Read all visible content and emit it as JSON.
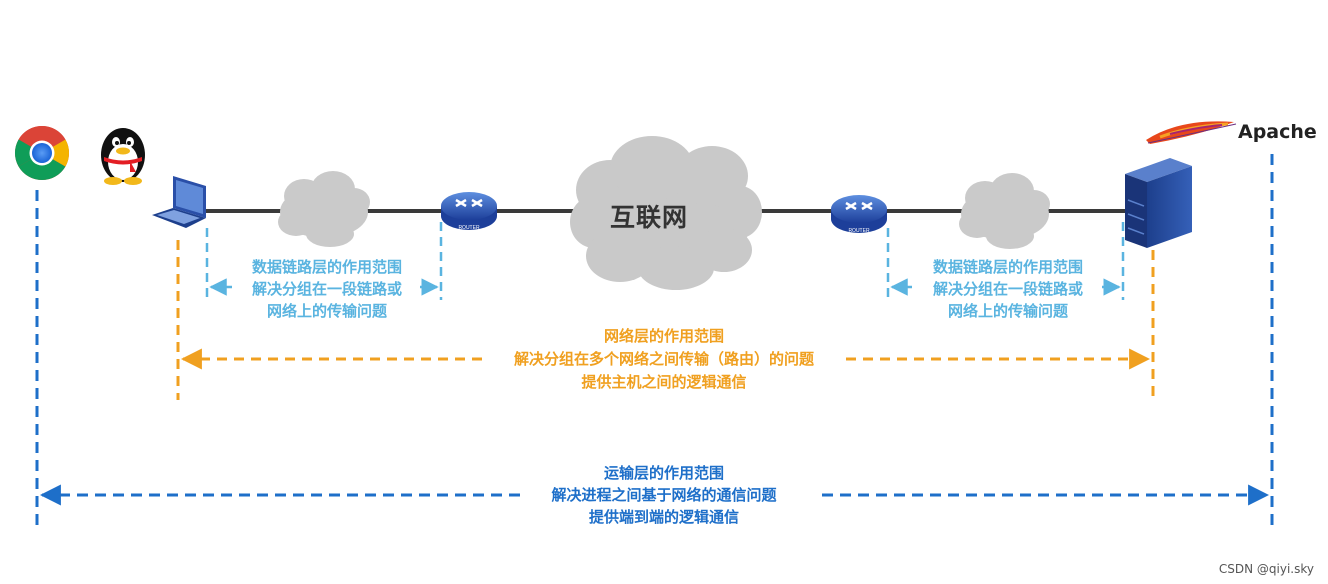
{
  "apps": {
    "apache_label": "Apache"
  },
  "internet": {
    "label": "互联网"
  },
  "router": {
    "label": "ROUTER"
  },
  "datalink": {
    "line1": "数据链路层的作用范围",
    "line2": "解决分组在一段链路或",
    "line3": "网络上的传输问题"
  },
  "network": {
    "line1": "网络层的作用范围",
    "line2": "解决分组在多个网络之间传输（路由）的问题",
    "line3": "提供主机之间的逻辑通信"
  },
  "transport": {
    "line1": "运输层的作用范围",
    "line2": "解决进程之间基于网络的通信问题",
    "line3": "提供端到端的逻辑通信"
  },
  "watermark": "CSDN @qiyi.sky",
  "colors": {
    "datalink": "#5ab4e0",
    "network": "#f0a020",
    "transport": "#1e6fc9",
    "link_line": "#3a3a3a",
    "cloud": "#c9c9c9"
  }
}
